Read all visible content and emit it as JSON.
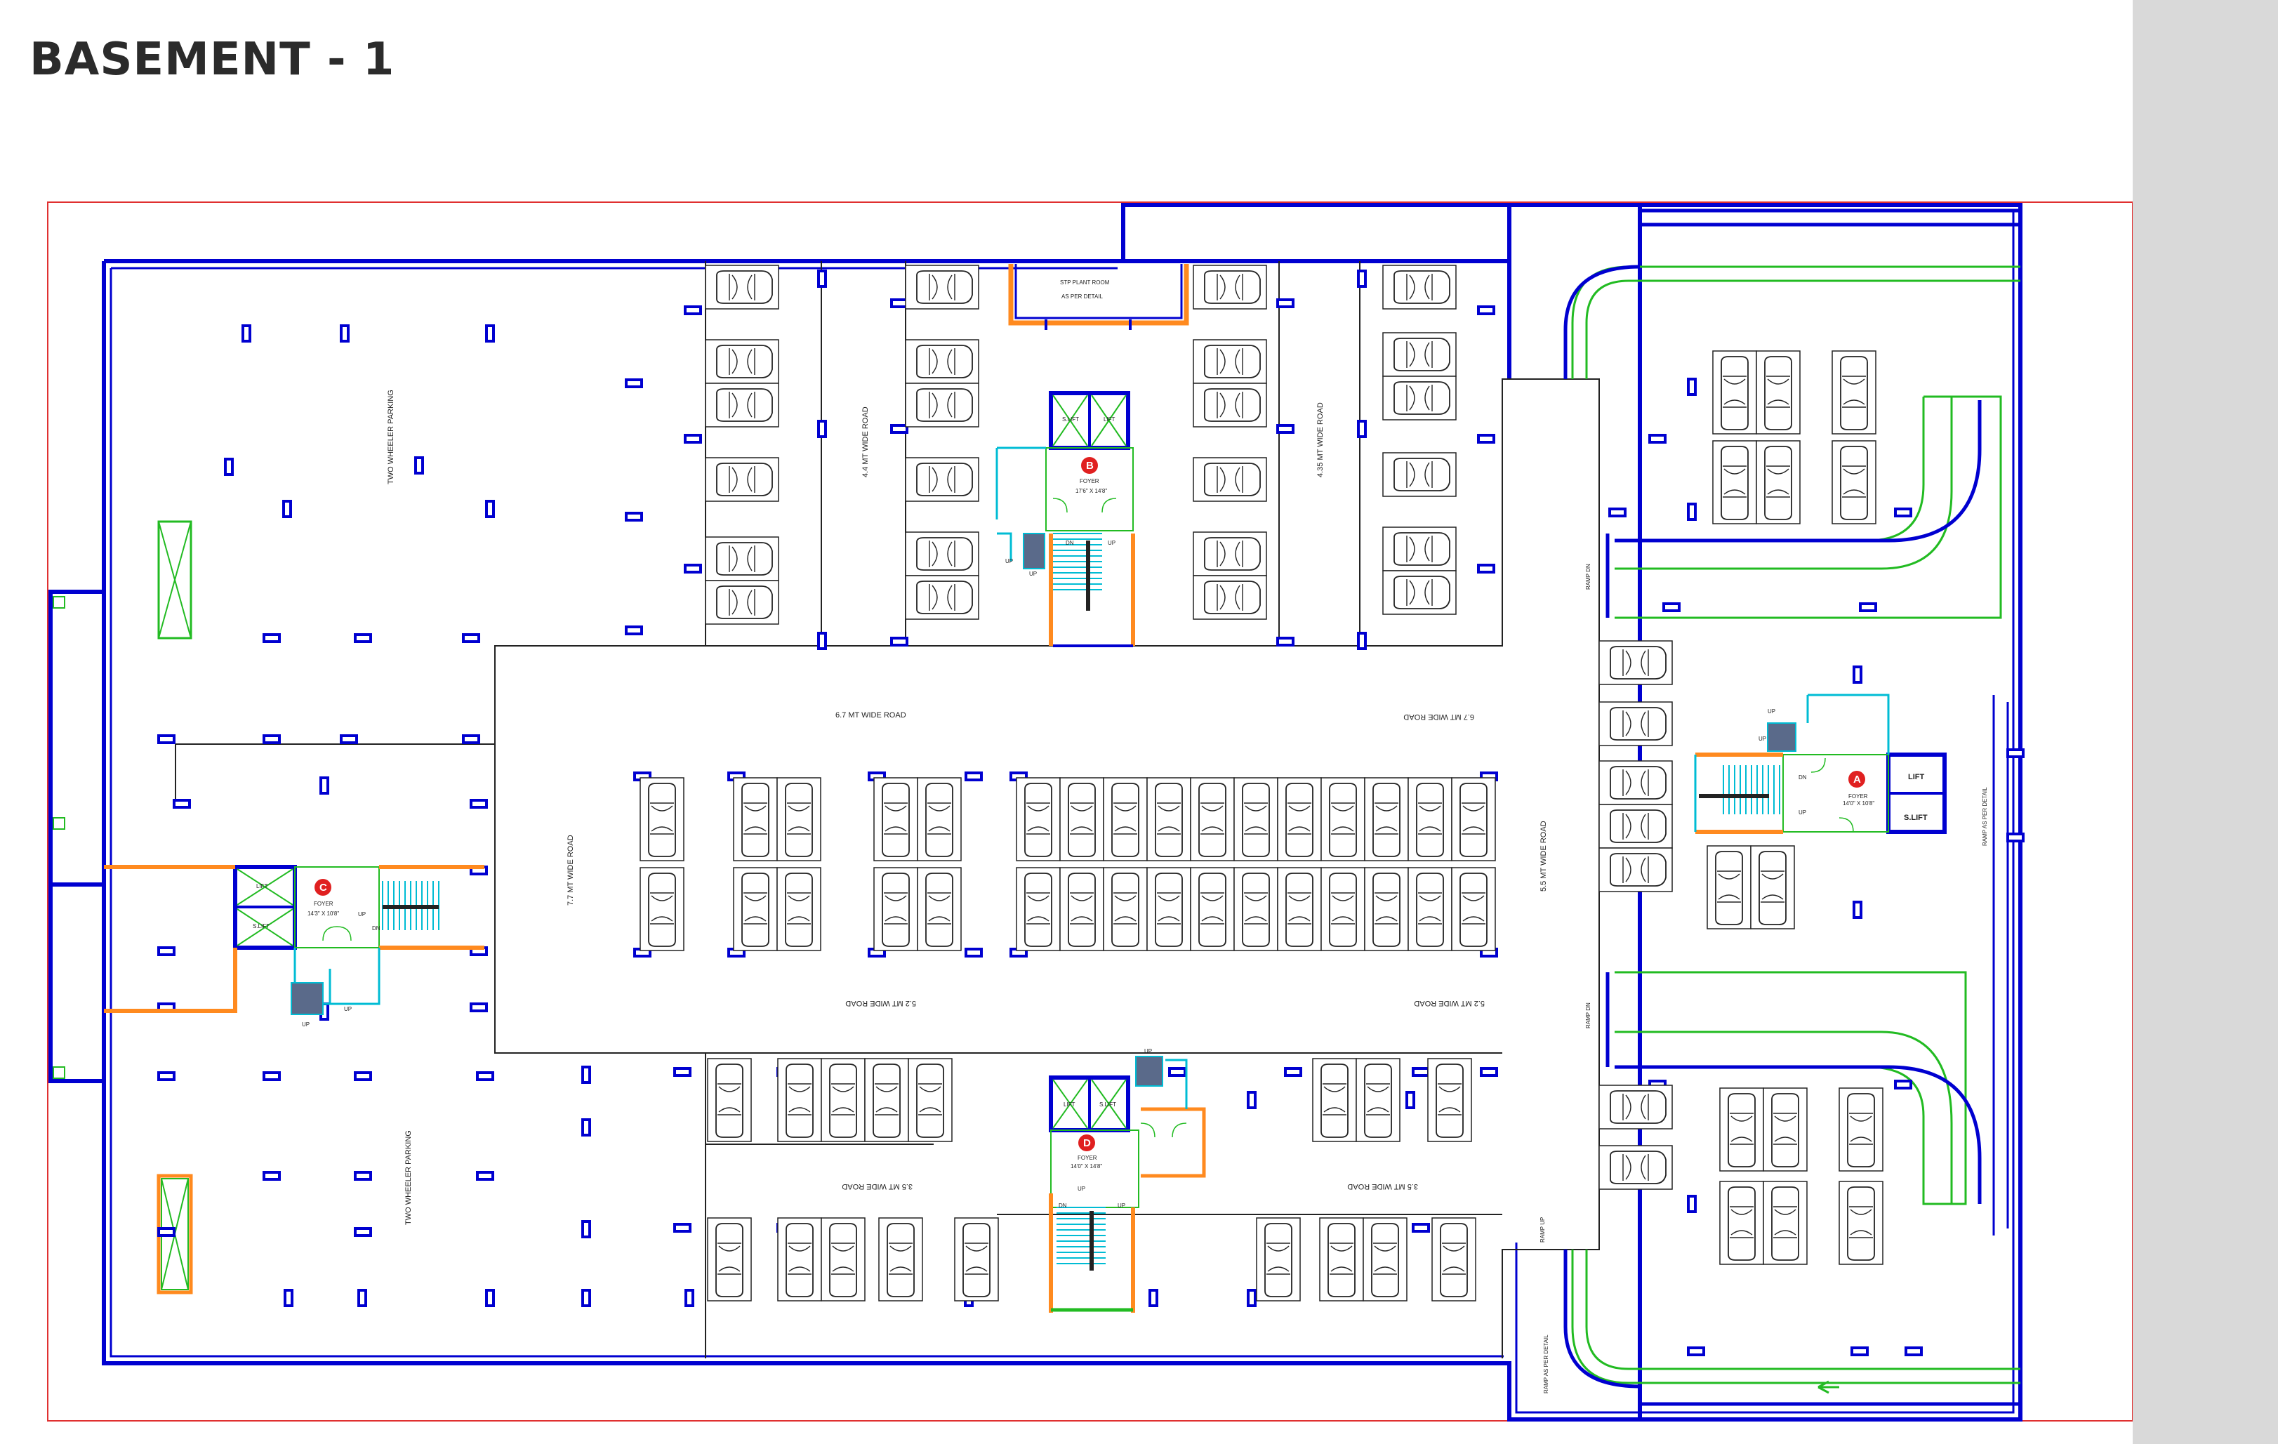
{
  "title": "BASEMENT - 1",
  "colors": {
    "wall": "#0000d0",
    "boundary": "#e03030",
    "stair": "#00bcd4",
    "ramp": "#22bb22",
    "door": "#ff8a1f",
    "marker": "#e02020"
  },
  "labels": {
    "stp_room": "STP PLANT ROOM",
    "stp_detail": "AS PER DETAIL",
    "two_wheeler_top": "TWO WHEELER PARKING",
    "two_wheeler_bottom": "TWO WHEELER PARKING",
    "road_44": "4.4 MT WIDE ROAD",
    "road_435": "4.35 MT WIDE ROAD",
    "road_67_left": "6.7 MT WIDE ROAD",
    "road_67_right": "6.7 MT WIDE ROAD",
    "road_77": "7.7 MT WIDE ROAD",
    "road_55": "5.5 MT WIDE ROAD",
    "road_52_left": "5.2 MT WIDE ROAD",
    "road_52_right": "5.2 MT WIDE ROAD",
    "road_35_left": "3.5 MT WIDE ROAD",
    "road_35_right": "3.5 MT WIDE ROAD",
    "ramp_dn_top": "RAMP DN",
    "ramp_dn_bottom": "RAMP DN",
    "ramp_up": "RAMP UP",
    "ramp_detail_right": "RAMP AS PER DETAIL",
    "ramp_detail_bottom": "RAMP AS PER DETAIL",
    "up": "UP",
    "dn": "DN",
    "lift": "LIFT",
    "s_lift": "S.LIFT",
    "foyer": "FOYER"
  },
  "cores": [
    {
      "id": "A",
      "size": "14'0\" X 10'8\""
    },
    {
      "id": "B",
      "size": "17'6\" X 14'8\""
    },
    {
      "id": "C",
      "size": "14'3\" X 10'8\""
    },
    {
      "id": "D",
      "size": "14'0\" X 14'8\""
    }
  ]
}
